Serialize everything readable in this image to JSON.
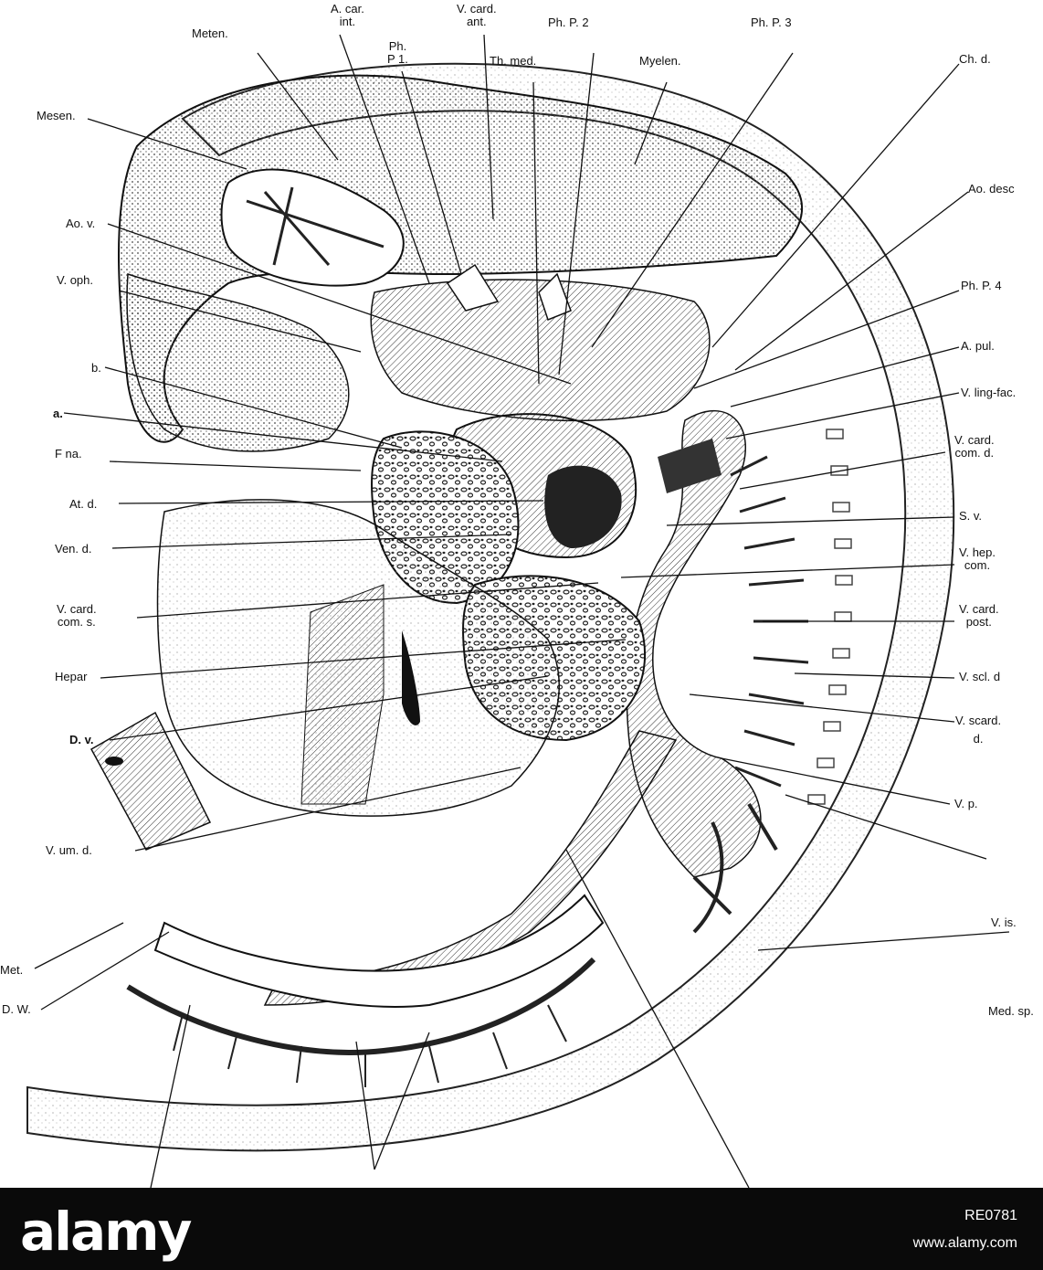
{
  "labels": {
    "meten": "Meten.",
    "a_car_int_1": "A. car.",
    "a_car_int_2": "int.",
    "v_card_ant_1": "V. card.",
    "v_card_ant_2": "ant.",
    "ph_p2": "Ph. P. 2",
    "ph_p3": "Ph. P. 3",
    "ph_p1_1": "Ph.",
    "ph_p1_2": "P 1.",
    "th_med": "Th. med.",
    "myelen": "Myelen.",
    "ch_d": "Ch. d.",
    "mesen": "Mesen.",
    "ao_desc": "Ao. desc",
    "ao_v": "Ao. v.",
    "v_oph": "V. oph.",
    "ph_p4": "Ph. P. 4",
    "a_pul": "A. pul.",
    "b": "b.",
    "v_ling_fac": "V. ling-fac.",
    "a": "a.",
    "v_card_com_d_1": "V. card.",
    "v_card_com_d_2": "com. d.",
    "f_na": "F na.",
    "at_d": "At. d.",
    "s_v": "S. v.",
    "ven_d": "Ven. d.",
    "v_hep_com_1": "V. hep.",
    "v_hep_com_2": "com.",
    "v_card_com_s_1": "V. card.",
    "v_card_com_s_2": "com. s.",
    "v_card_post_1": "V. card.",
    "v_card_post_2": "post.",
    "hepar": "Hepar",
    "v_scl_d": "V. scl. d",
    "d_v": "D. v.",
    "v_scard_d_1": "V. scard.",
    "v_scard_d_2": "d.",
    "v_p": "V. p.",
    "v_um_d": "V. um. d.",
    "v_is": "V. is.",
    "met": "Met.",
    "d_w": "D. W.",
    "med_sp": "Med. sp."
  },
  "footer": {
    "logo": "alamy",
    "image_id": "RE0781",
    "url": "www.alamy.com"
  }
}
